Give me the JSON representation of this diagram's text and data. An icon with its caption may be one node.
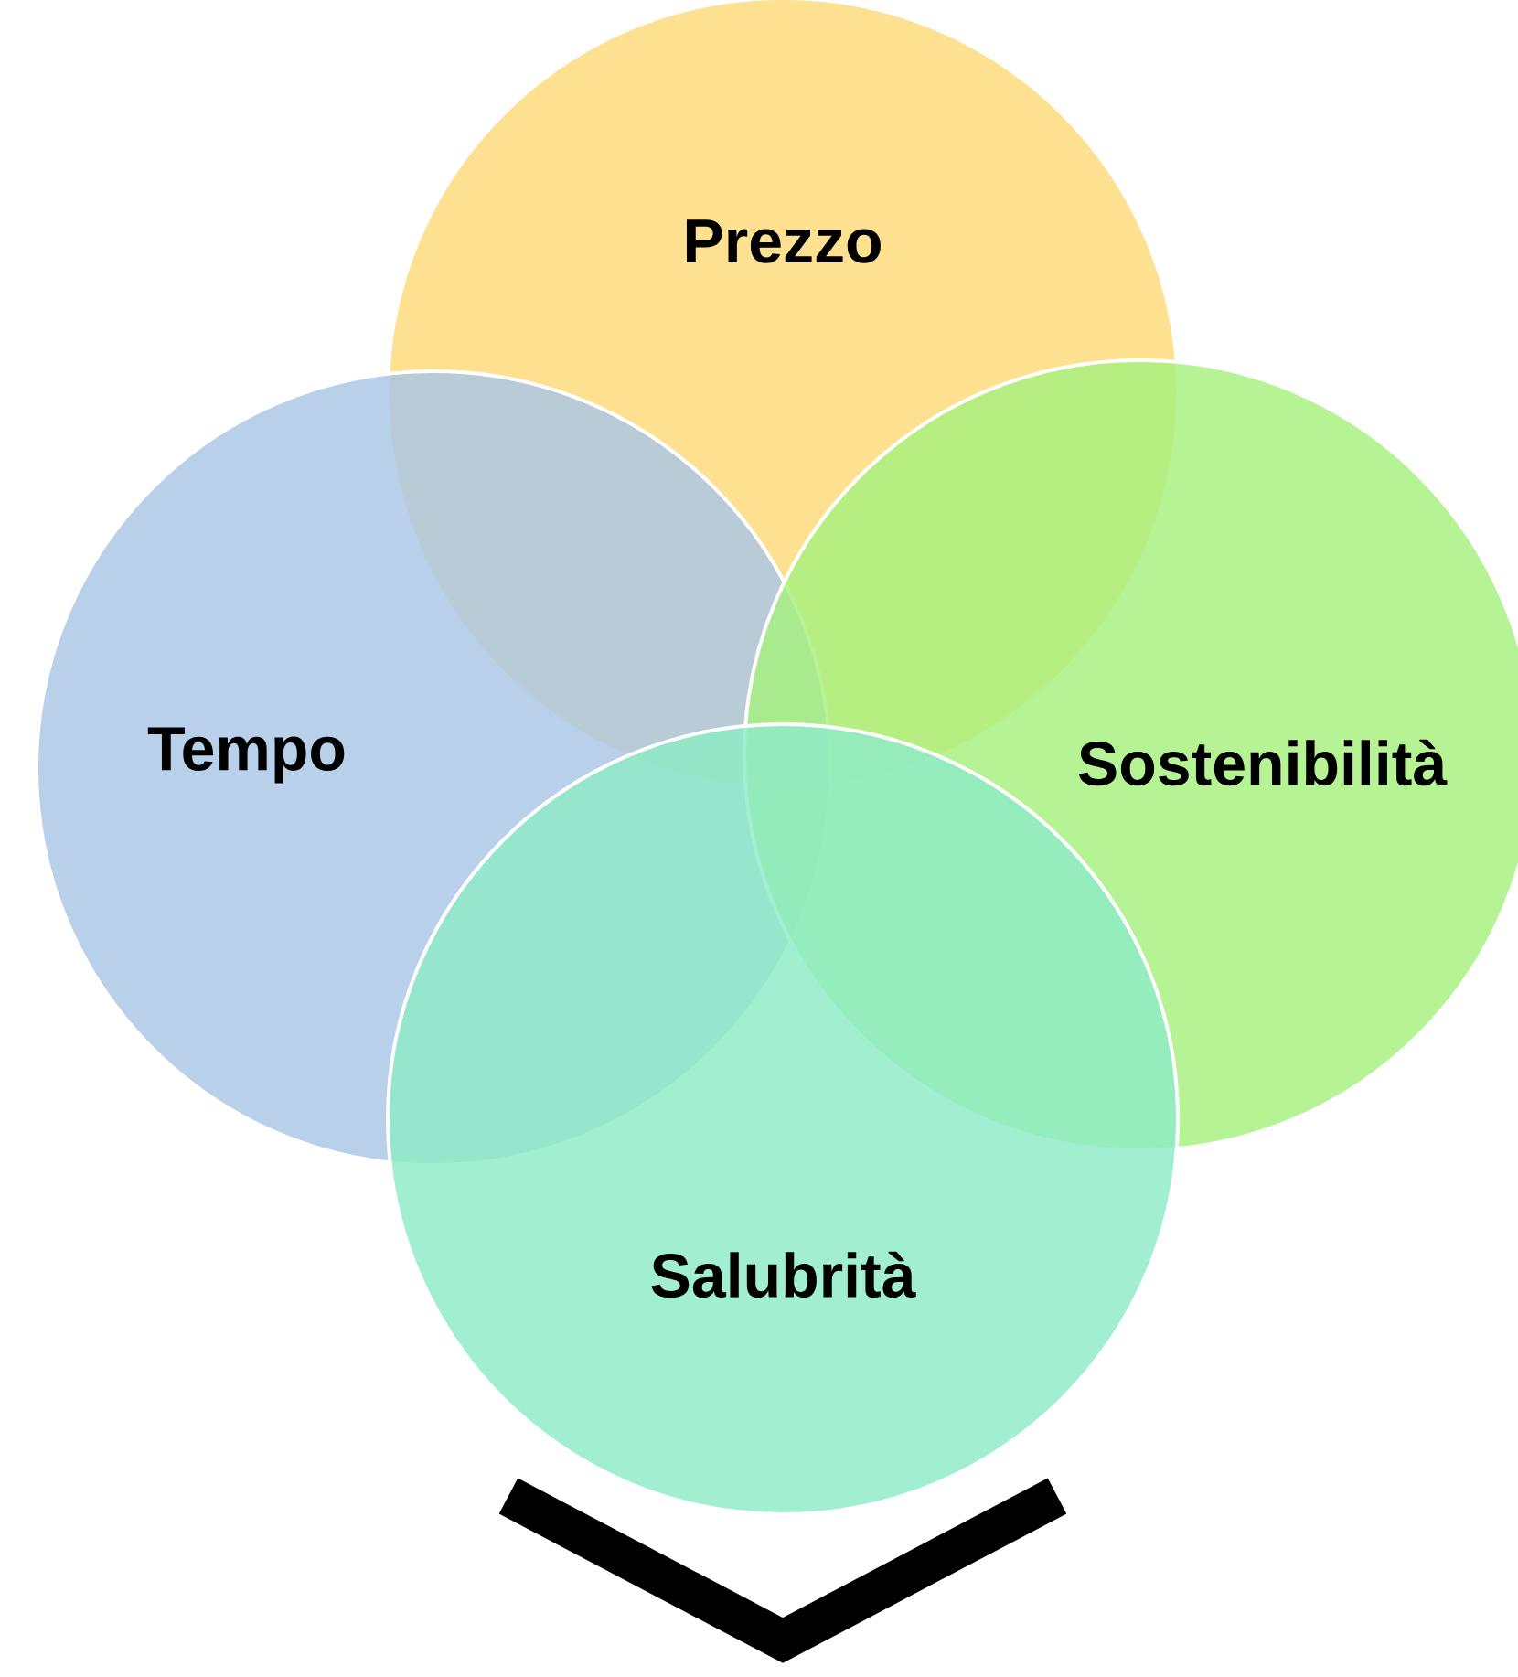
{
  "diagram": {
    "nodes": [
      {
        "text": [
          "Prezzo"
        ]
      },
      {
        "text": [
          "Tempo"
        ]
      },
      {
        "text": [
          "Sostenibilità"
        ]
      },
      {
        "text": [
          "Salubrità"
        ]
      }
    ]
  }
}
